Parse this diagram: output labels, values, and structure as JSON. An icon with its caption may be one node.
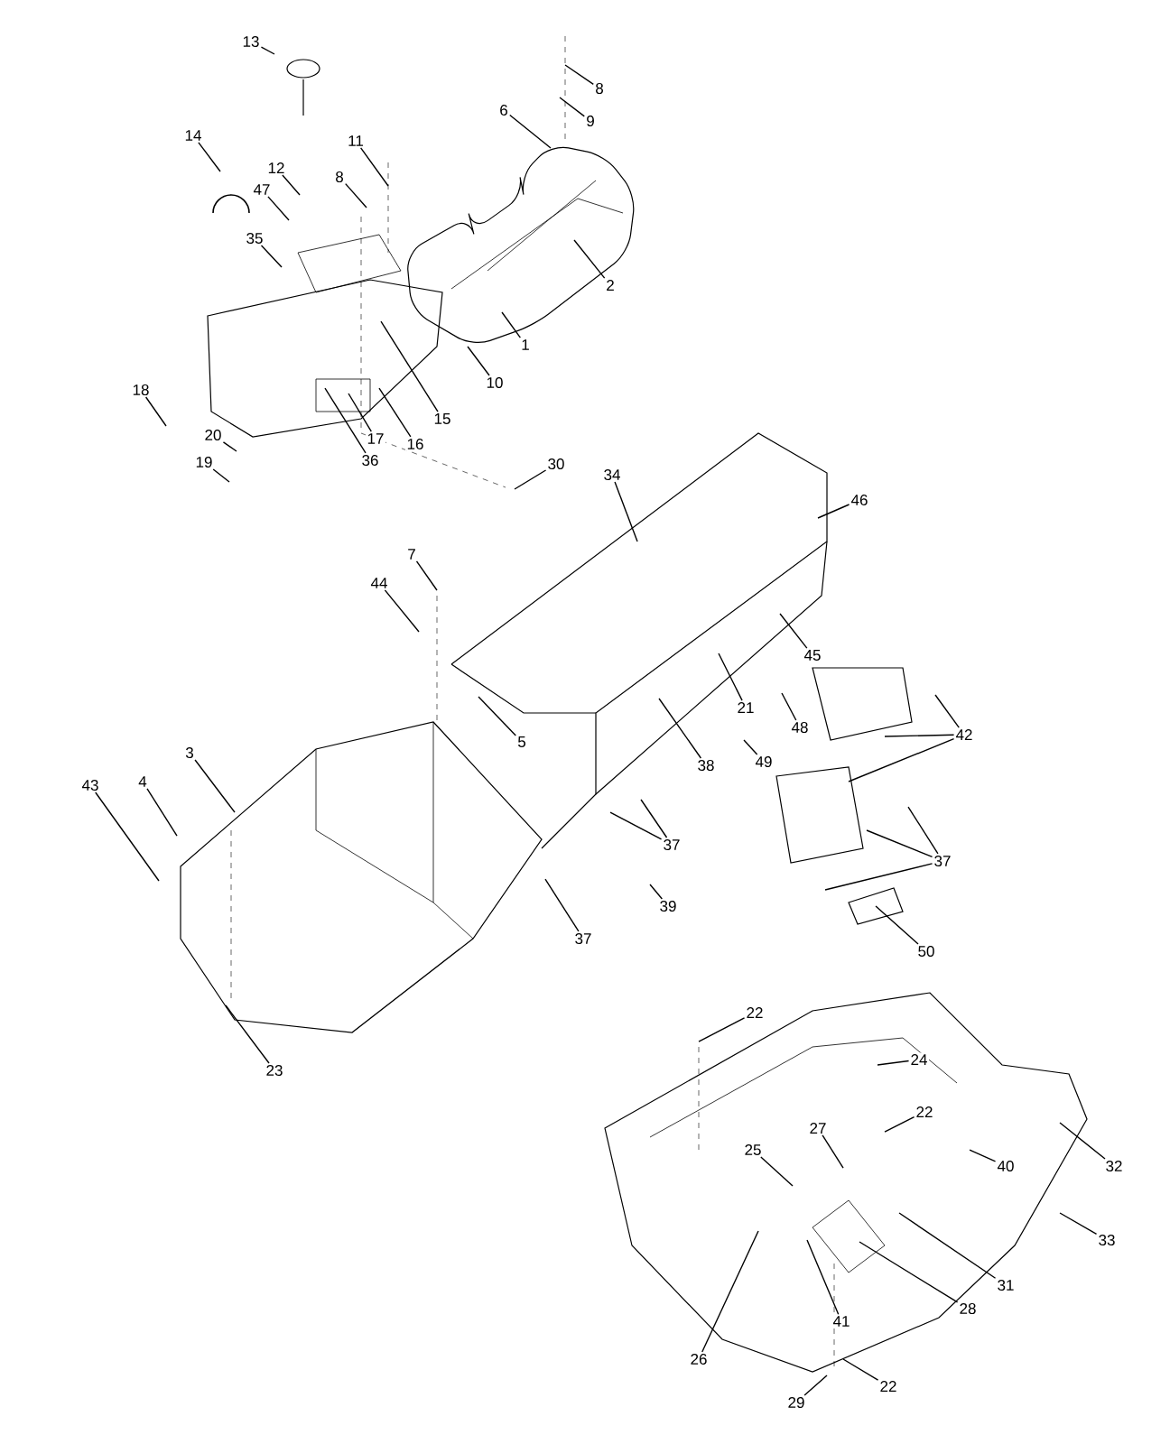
{
  "diagram": {
    "nodes": [
      {
        "text": [
          "13"
        ]
      },
      {
        "text": [
          "14"
        ]
      },
      {
        "text": [
          "12"
        ]
      },
      {
        "text": [
          "47"
        ]
      },
      {
        "text": [
          "35"
        ]
      },
      {
        "text": [
          "11"
        ]
      },
      {
        "text": [
          "8"
        ]
      },
      {
        "text": [
          "6"
        ]
      },
      {
        "text": [
          "8"
        ]
      },
      {
        "text": [
          "9"
        ]
      },
      {
        "text": [
          "2"
        ]
      },
      {
        "text": [
          "1"
        ]
      },
      {
        "text": [
          "10"
        ]
      },
      {
        "text": [
          "15"
        ]
      },
      {
        "text": [
          "16"
        ]
      },
      {
        "text": [
          "17"
        ]
      },
      {
        "text": [
          "36"
        ]
      },
      {
        "text": [
          "18"
        ]
      },
      {
        "text": [
          "20"
        ]
      },
      {
        "text": [
          "19"
        ]
      },
      {
        "text": [
          "30"
        ]
      },
      {
        "text": [
          "34"
        ]
      },
      {
        "text": [
          "46"
        ]
      },
      {
        "text": [
          "44"
        ]
      },
      {
        "text": [
          "7"
        ]
      },
      {
        "text": [
          "5"
        ]
      },
      {
        "text": [
          "45"
        ]
      },
      {
        "text": [
          "48"
        ]
      },
      {
        "text": [
          "21"
        ]
      },
      {
        "text": [
          "42"
        ]
      },
      {
        "text": [
          "49"
        ]
      },
      {
        "text": [
          "38"
        ]
      },
      {
        "text": [
          "37"
        ]
      },
      {
        "text": [
          "37"
        ]
      },
      {
        "text": [
          "39"
        ]
      },
      {
        "text": [
          "37"
        ]
      },
      {
        "text": [
          "50"
        ]
      },
      {
        "text": [
          "3"
        ]
      },
      {
        "text": [
          "4"
        ]
      },
      {
        "text": [
          "43"
        ]
      },
      {
        "text": [
          "23"
        ]
      },
      {
        "text": [
          "22"
        ]
      },
      {
        "text": [
          "24"
        ]
      },
      {
        "text": [
          "22"
        ]
      },
      {
        "text": [
          "27"
        ]
      },
      {
        "text": [
          "25"
        ]
      },
      {
        "text": [
          "40"
        ]
      },
      {
        "text": [
          "32"
        ]
      },
      {
        "text": [
          "33"
        ]
      },
      {
        "text": [
          "31"
        ]
      },
      {
        "text": [
          "28"
        ]
      },
      {
        "text": [
          "41"
        ]
      },
      {
        "text": [
          "26"
        ]
      },
      {
        "text": [
          "29"
        ]
      },
      {
        "text": [
          "22"
        ]
      }
    ],
    "edges": [
      {
        "from": 0,
        "to": null,
        "arrow": "none"
      },
      {
        "from": 1,
        "to": null,
        "arrow": "none"
      },
      {
        "from": 2,
        "to": null,
        "arrow": "none"
      },
      {
        "from": 3,
        "to": null,
        "arrow": "none"
      },
      {
        "from": 4,
        "to": null,
        "arrow": "none"
      },
      {
        "from": 5,
        "to": null,
        "arrow": "none"
      },
      {
        "from": 6,
        "to": null,
        "arrow": "none"
      },
      {
        "from": 7,
        "to": null,
        "arrow": "none"
      },
      {
        "from": 8,
        "to": null,
        "arrow": "none"
      },
      {
        "from": 9,
        "to": null,
        "arrow": "none"
      },
      {
        "from": 10,
        "to": null,
        "arrow": "none"
      },
      {
        "from": 11,
        "to": null,
        "arrow": "none"
      },
      {
        "from": 12,
        "to": null,
        "arrow": "none"
      },
      {
        "from": 13,
        "to": null,
        "arrow": "none"
      },
      {
        "from": 14,
        "to": null,
        "arrow": "none"
      },
      {
        "from": 15,
        "to": null,
        "arrow": "none"
      },
      {
        "from": 16,
        "to": null,
        "arrow": "none"
      },
      {
        "from": 17,
        "to": null,
        "arrow": "none"
      },
      {
        "from": 18,
        "to": null,
        "arrow": "none"
      },
      {
        "from": 19,
        "to": null,
        "arrow": "none"
      },
      {
        "from": 20,
        "to": null,
        "arrow": "none"
      },
      {
        "from": 21,
        "to": null,
        "arrow": "none"
      },
      {
        "from": 22,
        "to": null,
        "arrow": "none"
      },
      {
        "from": 23,
        "to": null,
        "arrow": "none"
      },
      {
        "from": 24,
        "to": null,
        "arrow": "none"
      },
      {
        "from": 25,
        "to": null,
        "arrow": "none"
      },
      {
        "from": 26,
        "to": null,
        "arrow": "none"
      },
      {
        "from": 27,
        "to": null,
        "arrow": "none"
      },
      {
        "from": 28,
        "to": null,
        "arrow": "none"
      },
      {
        "from": 29,
        "to": null,
        "arrow": "none"
      },
      {
        "from": 29,
        "to": null,
        "arrow": "none"
      },
      {
        "from": 29,
        "to": null,
        "arrow": "none"
      },
      {
        "from": 30,
        "to": null,
        "arrow": "none"
      },
      {
        "from": 31,
        "to": null,
        "arrow": "none"
      },
      {
        "from": 32,
        "to": null,
        "arrow": "none"
      },
      {
        "from": 32,
        "to": null,
        "arrow": "none"
      },
      {
        "from": 33,
        "to": null,
        "arrow": "none"
      },
      {
        "from": 33,
        "to": null,
        "arrow": "none"
      },
      {
        "from": 33,
        "to": null,
        "arrow": "none"
      },
      {
        "from": 34,
        "to": null,
        "arrow": "none"
      },
      {
        "from": 35,
        "to": null,
        "arrow": "none"
      },
      {
        "from": 36,
        "to": null,
        "arrow": "none"
      },
      {
        "from": 37,
        "to": null,
        "arrow": "none"
      },
      {
        "from": 38,
        "to": null,
        "arrow": "none"
      },
      {
        "from": 39,
        "to": null,
        "arrow": "none"
      },
      {
        "from": 40,
        "to": null,
        "arrow": "none"
      },
      {
        "from": 41,
        "to": null,
        "arrow": "none"
      },
      {
        "from": 42,
        "to": null,
        "arrow": "none"
      },
      {
        "from": 43,
        "to": null,
        "arrow": "none"
      },
      {
        "from": 44,
        "to": null,
        "arrow": "none"
      },
      {
        "from": 45,
        "to": null,
        "arrow": "none"
      },
      {
        "from": 46,
        "to": null,
        "arrow": "none"
      },
      {
        "from": 47,
        "to": null,
        "arrow": "none"
      },
      {
        "from": 48,
        "to": null,
        "arrow": "none"
      },
      {
        "from": 49,
        "to": null,
        "arrow": "none"
      },
      {
        "from": 50,
        "to": null,
        "arrow": "none"
      },
      {
        "from": 51,
        "to": null,
        "arrow": "none"
      },
      {
        "from": 52,
        "to": null,
        "arrow": "none"
      },
      {
        "from": 53,
        "to": null,
        "arrow": "none"
      },
      {
        "from": 54,
        "to": null,
        "arrow": "none"
      }
    ]
  }
}
